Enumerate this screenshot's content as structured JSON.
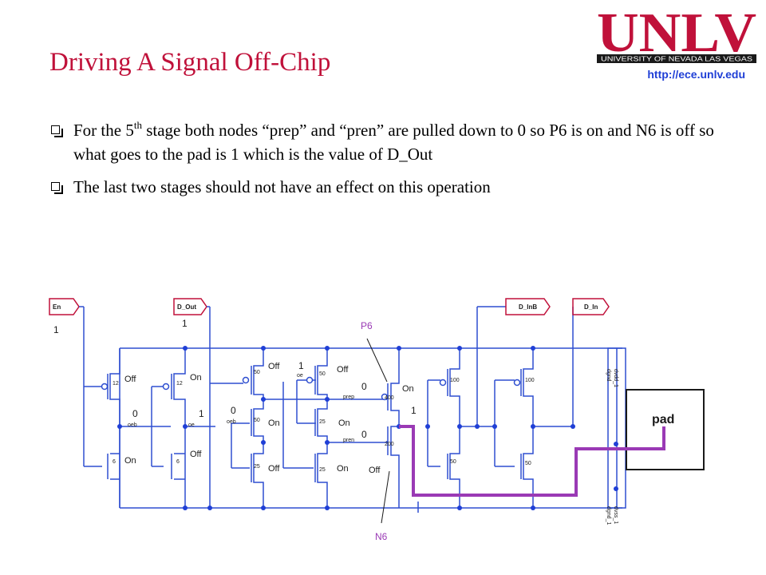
{
  "slide": {
    "title": "Driving A Signal Off-Chip",
    "url": "http://ece.unlv.edu"
  },
  "logo": {
    "wordmark": "UNLV",
    "subtitle": "UNIVERSITY OF NEVADA LAS VEGAS"
  },
  "bullets": [
    {
      "pre": "For the 5",
      "sup": "th",
      "post": " stage both nodes “prep” and “pren” are pulled down to 0 so P6 is on and N6 is off so what goes to the pad is 1 which is the value of D_Out"
    },
    {
      "text": "The last two stages should not have an effect on this operation"
    }
  ],
  "schematic": {
    "pins": {
      "en": "En",
      "d_out": "D_Out",
      "d_inb": "D_InB",
      "d_in": "D_In"
    },
    "values": {
      "en": "1",
      "d_out": "1",
      "oeb_inv": "0",
      "oe_inv": "1",
      "oe_top": "1",
      "oeb_mid": "0",
      "prep": "0",
      "pren": "0",
      "pad_node": "1"
    },
    "nets": {
      "oeb": "oeb",
      "oe": "oe",
      "oe_top": "oe",
      "oeb_mid": "oeb",
      "prep": "prep",
      "pren": "pren"
    },
    "pad": "pad",
    "callouts": {
      "p6": "P6",
      "n6": "N6"
    },
    "states": {
      "inv1_p": "Off",
      "inv1_n": "On",
      "inv2_p": "On",
      "inv2_n": "Off",
      "g1_p": "Off",
      "g1_n1": "On",
      "g1_n2": "Off",
      "g2_p": "Off",
      "g2_n1": "On",
      "g2_n2": "On",
      "p6": "On",
      "n6": "Off"
    },
    "sizes": {
      "inv1_p": "12",
      "inv1_n": "6",
      "inv2_p": "12",
      "inv2_n": "6",
      "g1_p": "50",
      "g1_n1": "50",
      "g1_n2": "25",
      "g2_p": "50",
      "g2_n1": "25",
      "g2_n2": "25",
      "p6": "400",
      "n6": "200",
      "rx_p1": "100",
      "rx_n1": "50",
      "rx_p2": "100",
      "rx_n2": "50"
    },
    "rails": {
      "dvdd": "dvdd_1",
      "dgnd": "dgnd",
      "dvss": "dvss_1",
      "dgnd_bot": "dgnd_1"
    }
  },
  "colors": {
    "title": "#c0113a",
    "logo": "#c0113a",
    "url": "#1f3fd6",
    "wire": "#2f4fd0",
    "callout": "#9a3ab5",
    "pad_trace": "#9a3ab5"
  }
}
